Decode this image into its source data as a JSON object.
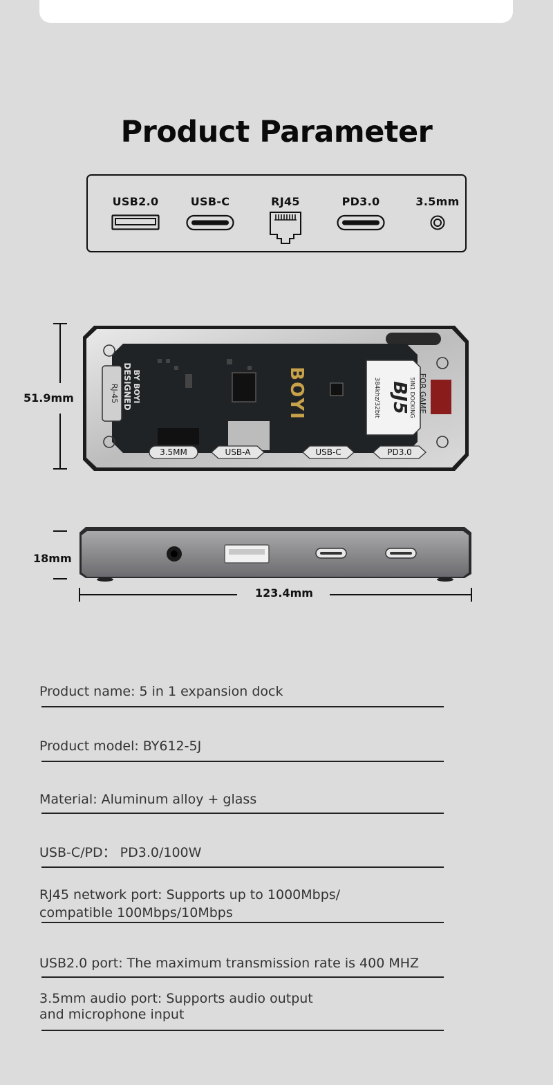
{
  "title": "Product Parameter",
  "ports": [
    {
      "label": "USB2.0",
      "icon": "usb-a-port-icon"
    },
    {
      "label": "USB-C",
      "icon": "usb-c-port-icon"
    },
    {
      "label": "RJ45",
      "icon": "rj45-port-icon"
    },
    {
      "label": "PD3.0",
      "icon": "usb-c-port-icon"
    },
    {
      "label": "3.5mm",
      "icon": "audio-jack-icon"
    }
  ],
  "device": {
    "height_label": "51.9mm",
    "thickness_label": "18mm",
    "length_label": "123.4mm",
    "brand": "BOYI",
    "model_mark": "BJ5",
    "board_labels": {
      "rj45": "RJ-45",
      "designed": "DESIGNED",
      "by": "BY BOYI",
      "audio": "3.5MM",
      "usb_a": "USB-A",
      "usb_c": "USB-C",
      "pd": "PD3.0",
      "docking": "5IN1 DOCKING",
      "audio_spec": "384khz/32bit",
      "for_game": "FOR GAME"
    }
  },
  "specs": [
    {
      "text": "Product name: 5 in 1 expansion dock"
    },
    {
      "text": "Product model: BY612-5J"
    },
    {
      "text": "Material: Aluminum alloy + glass"
    },
    {
      "text": "USB-C/PD：  PD3.0/100W"
    },
    {
      "text": "RJ45 network port: Supports up to 1000Mbps/\ncompatible 100Mbps/10Mbps"
    },
    {
      "text": "USB2.0 port: The maximum transmission rate is 400 MHZ"
    },
    {
      "text": "3.5mm audio port: Supports audio output\nand microphone input"
    }
  ],
  "colors": {
    "background": "#dcdcdc",
    "card": "#ffffff",
    "brand_gold": "#c8a24a",
    "body_dark": "#1c1c1c"
  }
}
